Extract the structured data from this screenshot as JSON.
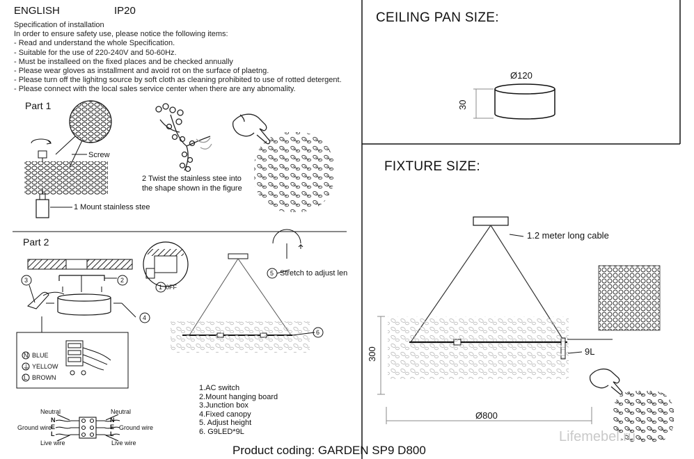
{
  "header": {
    "language": "ENGLISH",
    "rating": "IP20"
  },
  "specification": {
    "title": "Specification of installation",
    "intro": "In order to ensure safety use, please notice the following items:",
    "items": [
      "- Read and understand the whole Specification.",
      "- Suitable for the use of 220-240V and 50-60Hz.",
      "- Must be installeed on the fixed places and be checked annually",
      "- Please wear gloves as installment and avoid rot on the surface of plaetng.",
      "- Please turn off the lighitng source by soft cloth as cleaning prohibited to use of rotted detergent.",
      "- Please connect with the local sales service center when there are any abnomality."
    ]
  },
  "part1": {
    "title": "Part 1",
    "screw": "Screw",
    "step2_line1": "2 Twist the stainless stee  into",
    "step2_line2": "the shape shown in the figure",
    "step1": "1 Mount stainless stee"
  },
  "part2": {
    "title": "Part 2",
    "callouts": [
      "3",
      "2",
      "4",
      "1",
      "5",
      "6"
    ],
    "stretch": "Stretch to adjust len",
    "off": "0FF",
    "wires": {
      "n": "N",
      "blue": "BLUE",
      "e": "⏚",
      "yellow": "YELLOW",
      "l": "L",
      "brown": "BROWN"
    },
    "diagram": {
      "neutral_left": "Neutral",
      "neutral_right": "Neutral",
      "ground_left": "Ground wire",
      "ground_right": "Ground wire",
      "live_left": "Live wire",
      "live_right": "Live wire",
      "n": "N",
      "e": "E",
      "l": "L"
    },
    "legend": [
      "1.AC switch",
      "2.Mount hanging board",
      "3.Junction box",
      "4.Fixed canopy",
      "5. Adjust height",
      "6. G9LED*9L"
    ]
  },
  "ceiling_pan": {
    "title": "CEILING PAN SIZE:",
    "diameter": "Ø120",
    "height": "30"
  },
  "fixture": {
    "title": "FIXTURE SIZE:",
    "cable": "1.2 meter long cable",
    "height": "300",
    "diameter": "Ø800",
    "lamps": "9L"
  },
  "product": {
    "coding": "Product coding: GARDEN SP9   D800"
  },
  "watermark": "Lifemebel.ru"
}
